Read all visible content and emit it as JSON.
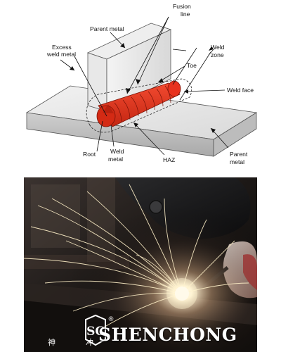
{
  "diagram": {
    "labels": {
      "fusion_line": [
        "Fusion",
        "line"
      ],
      "parent_metal_top": "Parent metal",
      "excess_weld_metal": [
        "Excess",
        "weld metal"
      ],
      "weld_zone": [
        "Weld",
        "zone"
      ],
      "toe": "Toe",
      "weld_face": "Weld face",
      "root": "Root",
      "weld_metal": [
        "Weld",
        "metal"
      ],
      "haz": "HAZ",
      "parent_metal_right": [
        "Parent",
        "metal"
      ]
    },
    "colors": {
      "weld": "#e8321e",
      "weld_dark": "#b3200f",
      "plate": "#e4e4e4",
      "plate_edge": "#bdbdbd"
    }
  },
  "photo": {
    "brand_name": "SHENCHONG",
    "logo_letters": "SC",
    "logo_chars": [
      "神",
      "冲"
    ],
    "registered_mark": "®"
  }
}
